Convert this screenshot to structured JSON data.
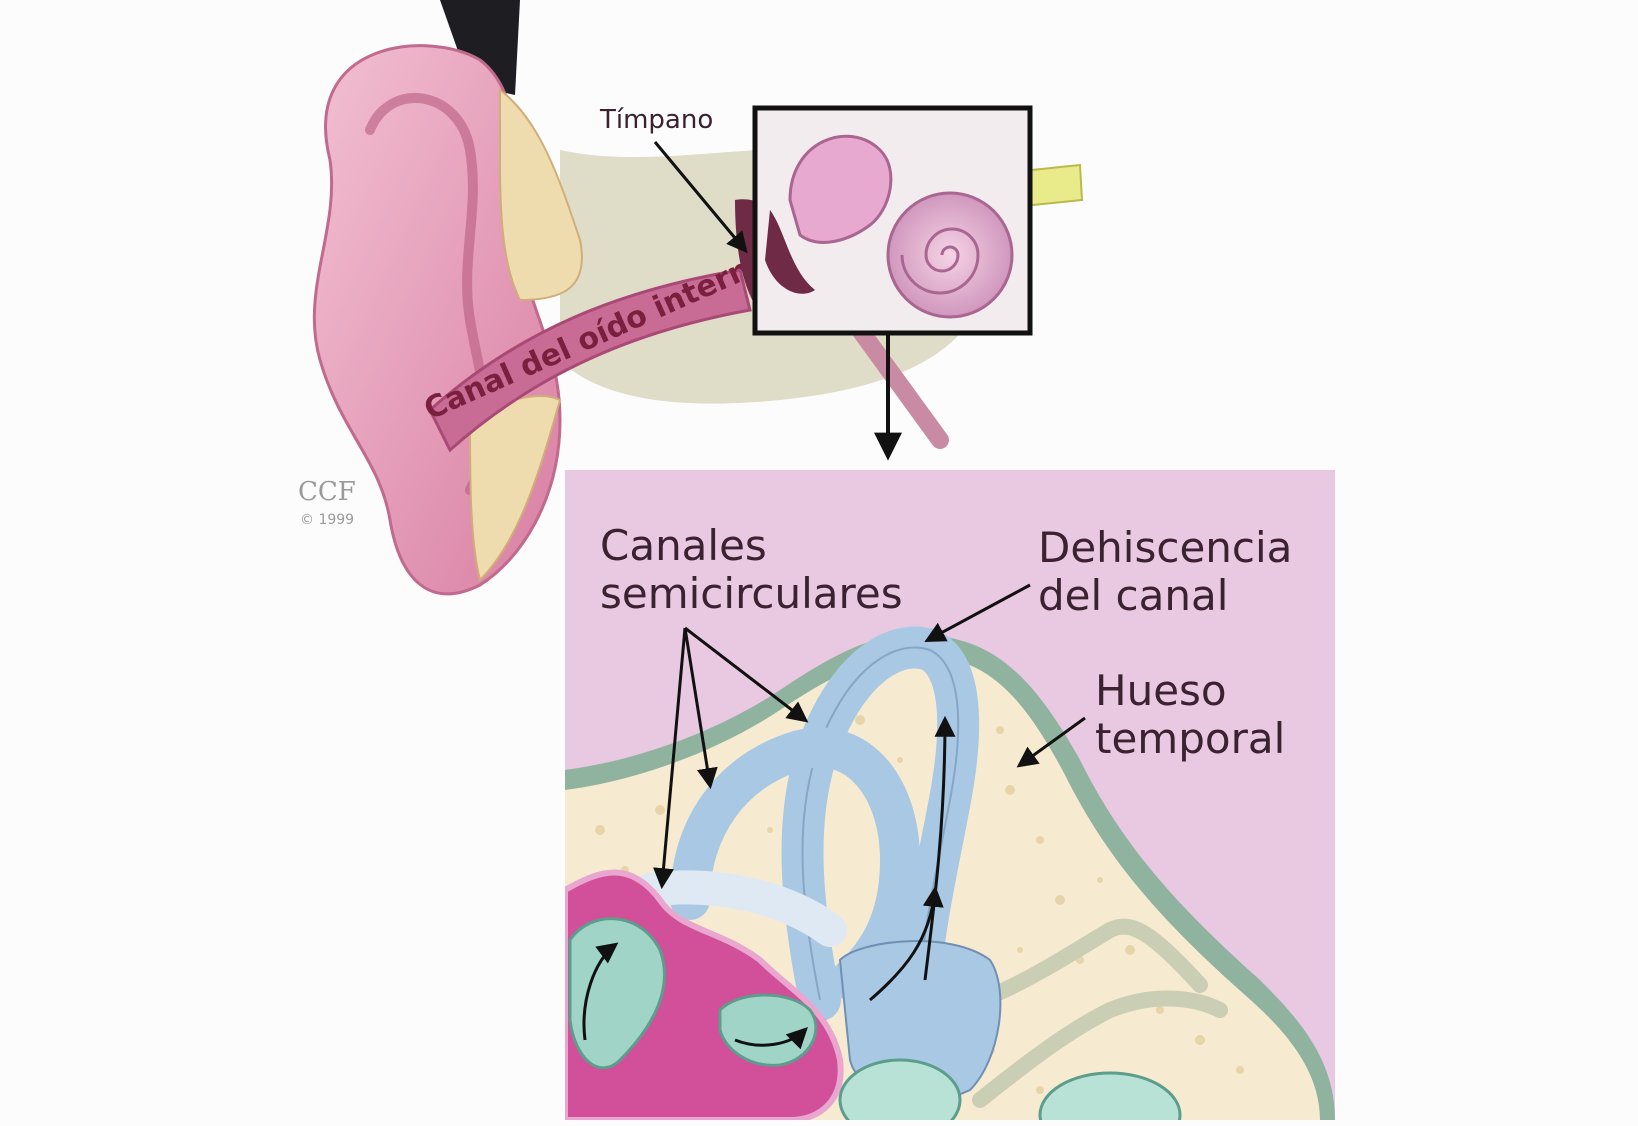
{
  "labels": {
    "timpano": "Tímpano",
    "canal_oido": "Canal del oído interno",
    "canales_1": "Canales",
    "canales_2": "semicirculares",
    "dehiscencia_1": "Dehiscencia",
    "dehiscencia_2": "del canal",
    "hueso_1": "Hueso",
    "hueso_2": "temporal"
  },
  "credit": {
    "logo": "CCF",
    "copyright": "© 1999"
  },
  "colors": {
    "ear_skin": "#e7a3bd",
    "inset_bg": "#e9c9e2",
    "bone": "#f6ebd1",
    "bone_rim": "#8fb39f",
    "canal_blue": "#a9c8e4",
    "vestibule_magenta": "#d24f9a",
    "teal": "#9fd4c6"
  }
}
